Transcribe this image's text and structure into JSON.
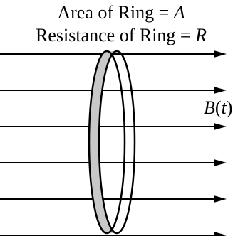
{
  "labels": {
    "area_prefix": "Area of Ring = ",
    "area_symbol": "A",
    "resistance_prefix": "Resistance of Ring = ",
    "resistance_symbol": "R",
    "field_symbol": "B",
    "field_arg_open": "(",
    "field_arg": "t",
    "field_arg_close": ")"
  },
  "field_lines": {
    "count": 6,
    "direction": "right",
    "color": "#000000"
  },
  "ring": {
    "fill_color": "#c8c8c8",
    "stroke_color": "#000000"
  }
}
